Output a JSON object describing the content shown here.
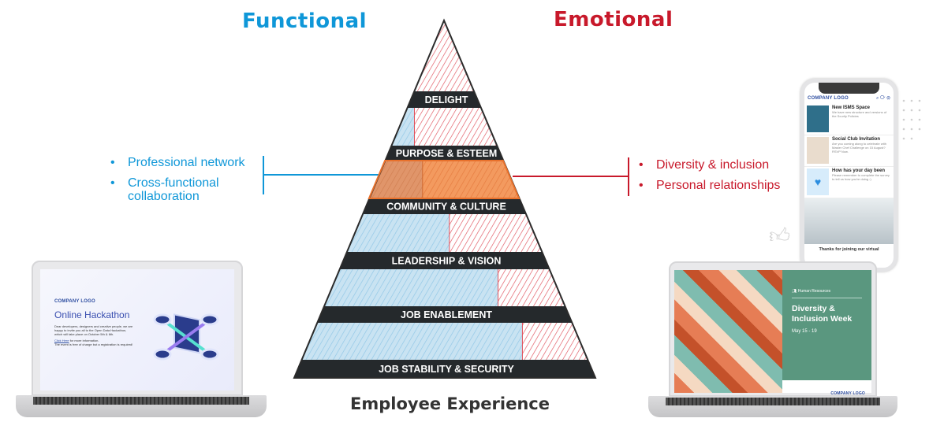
{
  "headers": {
    "functional": "Functional",
    "emotional": "Emotional"
  },
  "footer": "Employee Experience",
  "functional_items": [
    "Professional network",
    "Cross-functional collaboration"
  ],
  "emotional_items": [
    "Diversity & inclusion",
    "Personal relationships"
  ],
  "colors": {
    "functional": "#0f97d8",
    "emotional": "#c8192b",
    "highlight": "#f08a4b",
    "label_bar": "#25292c"
  },
  "pyramid": {
    "levels": [
      {
        "label": "DELIGHT",
        "functional_share": 0.0,
        "highlighted": false
      },
      {
        "label": "PURPOSE & ESTEEM",
        "functional_share": 0.17,
        "highlighted": false
      },
      {
        "label": "COMMUNITY & CULTURE",
        "functional_share": 0.34,
        "highlighted": true
      },
      {
        "label": "LEADERSHIP & VISION",
        "functional_share": 0.53,
        "highlighted": false
      },
      {
        "label": "JOB ENABLEMENT",
        "functional_share": 0.74,
        "highlighted": false
      },
      {
        "label": "JOB STABILITY & SECURITY",
        "functional_share": 0.79,
        "highlighted": false
      }
    ]
  },
  "left_laptop": {
    "logo": "COMPANY LOGO",
    "title": "Online Hackathon",
    "body": "Dear developers, designers and creative people, we are happy to invite you all to the Open Data Hackathon, which will take place on October 5th & 6th.",
    "link": "Click Here",
    "link_rest": " for more information.",
    "note": "The event is free of charge but a registration is required!"
  },
  "phone": {
    "logo": "COMPANY LOGO",
    "cards": [
      {
        "title": "New ISMS Space",
        "text": "We have new structure and versions of the Scurity Policies"
      },
      {
        "title": "Social Club Invitation",
        "text": "Are you coming along to celebrate with Master Chef Challenge on 15 August? RSVP Now."
      },
      {
        "title": "How has your day been",
        "text": "Please remember to complete the survey to tell us how you're doing :)"
      }
    ],
    "banner": "Thanks for joining our virtual"
  },
  "right_laptop": {
    "category": "Human Resources",
    "title": "Diversity & Inclusion Week",
    "dates": "May 15 - 19",
    "logo": "COMPANY LOGO"
  }
}
